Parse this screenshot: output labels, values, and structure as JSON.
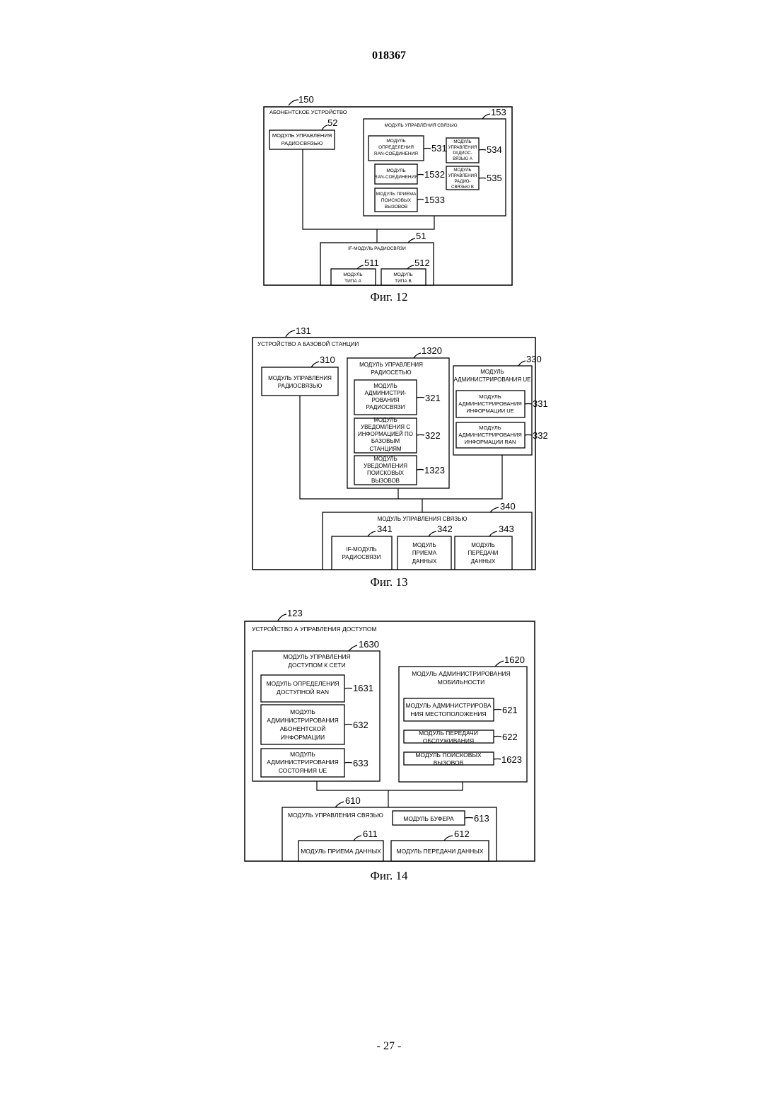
{
  "page": {
    "number": "018367",
    "footer": "- 27 -"
  },
  "fig12": {
    "caption": "Фиг. 12",
    "outer": {
      "ref": "150",
      "title": "АБОНЕНТСКОЕ УСТРОЙСТВО"
    },
    "radio_ctrl": {
      "ref": "52",
      "lines": [
        "МОДУЛЬ УПРАВЛЕНИЯ",
        "РАДИОСВЯЗЬЮ"
      ]
    },
    "comm_ctrl": {
      "ref": "153",
      "title": "МОДУЛЬ УПРАВЛЕНИЯ СВЯЗЬЮ"
    },
    "ran_det": {
      "ref": "531",
      "lines": [
        "МОДУЛЬ",
        "ОПРЕДЕЛЕНИЯ",
        "RAN-СОЕДИНЕНИЯ"
      ]
    },
    "ran_conn": {
      "ref": "1532",
      "lines": [
        "МОДУЛЬ",
        "RAN-СОЕДИНЕНИЯ"
      ]
    },
    "paging_rx": {
      "ref": "1533",
      "lines": [
        "МОДУЛЬ ПРИЕМА",
        "ПОИСКОВЫХ",
        "ВЫЗОВОВ"
      ]
    },
    "radio_a": {
      "ref": "534",
      "lines": [
        "МОДУЛЬ",
        "УПРАВЛЕНИЯ",
        "РАДИОС-",
        "ВЯЗЬЮ А"
      ]
    },
    "radio_b": {
      "ref": "535",
      "lines": [
        "МОДУЛЬ",
        "УПРАВЛЕНИЯ",
        "РАДИО-",
        "СВЯЗЬЮ В"
      ]
    },
    "if_module": {
      "ref": "51",
      "title": "IF-МОДУЛЬ РАДИОСВЯЗИ"
    },
    "type_a": {
      "ref": "511",
      "lines": [
        "МОДУЛЬ",
        "ТИПА А"
      ]
    },
    "type_b": {
      "ref": "512",
      "lines": [
        "МОДУЛЬ",
        "ТИПА В"
      ]
    }
  },
  "fig13": {
    "caption": "Фиг. 13",
    "outer": {
      "ref": "131",
      "title": "УСТРОЙСТВО А БАЗОВОЙ СТАНЦИИ"
    },
    "radio_ctrl": {
      "ref": "310",
      "lines": [
        "МОДУЛЬ УПРАВЛЕНИЯ",
        "РАДИОСВЯЗЬЮ"
      ]
    },
    "rnet_ctrl": {
      "ref": "1320",
      "lines": [
        "МОДУЛЬ УПРАВЛЕНИЯ",
        "РАДИОСЕТЬЮ"
      ]
    },
    "radio_admin": {
      "ref": "321",
      "lines": [
        "МОДУЛЬ",
        "АДМИНИСТРИ-",
        "РОВАНИЯ",
        "РАДИОСВЯЗИ"
      ]
    },
    "bs_notify": {
      "ref": "322",
      "lines": [
        "МОДУЛЬ",
        "УВЕДОМЛЕНИЯ С",
        "ИНФОРМАЦИЕЙ ПО",
        "БАЗОВЫМ",
        "СТАНЦИЯМ"
      ]
    },
    "paging_notify": {
      "ref": "1323",
      "lines": [
        "МОДУЛЬ",
        "УВЕДОМЛЕНИЯ",
        "ПОИСКОВЫХ",
        "ВЫЗОВОВ"
      ]
    },
    "ue_admin": {
      "ref": "330",
      "lines": [
        "МОДУЛЬ",
        "АДМИНИСТРИРОВАНИЯ UE"
      ]
    },
    "ue_info": {
      "ref": "331",
      "lines": [
        "МОДУЛЬ",
        "АДМИНИСТРИРОВАНИЯ",
        "ИНФОРМАЦИИ UE"
      ]
    },
    "ran_info": {
      "ref": "332",
      "lines": [
        "МОДУЛЬ",
        "АДМИНИСТРИРОВАНИЯ",
        "ИНФОРМАЦИИ RAN"
      ]
    },
    "comm_ctrl": {
      "ref": "340",
      "title": "МОДУЛЬ УПРАВЛЕНИЯ СВЯЗЬЮ"
    },
    "if_radio": {
      "ref": "341",
      "lines": [
        "IF-МОДУЛЬ",
        "РАДИОСВЯЗИ"
      ]
    },
    "data_rx": {
      "ref": "342",
      "lines": [
        "МОДУЛЬ",
        "ПРИЕМА",
        "ДАННЫХ"
      ]
    },
    "data_tx": {
      "ref": "343",
      "lines": [
        "МОДУЛЬ",
        "ПЕРЕДАЧИ",
        "ДАННЫХ"
      ]
    }
  },
  "fig14": {
    "caption": "Фиг. 14",
    "outer": {
      "ref": "123",
      "title": "УСТРОЙСТВО А УПРАВЛЕНИЯ ДОСТУПОМ"
    },
    "net_access": {
      "ref": "1630",
      "lines": [
        "МОДУЛЬ УПРАВЛЕНИЯ",
        "ДОСТУПОМ К СЕТИ"
      ]
    },
    "avail_ran": {
      "ref": "1631",
      "lines": [
        "МОДУЛЬ ОПРЕДЕЛЕНИЯ",
        "ДОСТУПНОЙ RAN"
      ]
    },
    "sub_info": {
      "ref": "632",
      "lines": [
        "МОДУЛЬ",
        "АДМИНИСТРИРОВАНИЯ",
        "АБОНЕНТСКОЙ",
        "ИНФОРМАЦИИ"
      ]
    },
    "ue_state": {
      "ref": "633",
      "lines": [
        "МОДУЛЬ",
        "АДМИНИСТРИРОВАНИЯ",
        "СОСТОЯНИЯ UE"
      ]
    },
    "mobility": {
      "ref": "1620",
      "lines": [
        "МОДУЛЬ АДМИНИСТРИРОВАНИЯ",
        "МОБИЛЬНОСТИ"
      ]
    },
    "location": {
      "ref": "621",
      "lines": [
        "МОДУЛЬ АДМИНИСТРИРОВА",
        "НИЯ МЕСТОПОЛОЖЕНИЯ"
      ]
    },
    "handover": {
      "ref": "622",
      "lines": [
        "МОДУЛЬ ПЕРЕДАЧИ",
        "ОБСЛУЖИВАНИЯ"
      ]
    },
    "paging": {
      "ref": "1623",
      "lines": [
        "МОДУЛЬ ПОИСКОВЫХ",
        "ВЫЗОВОВ"
      ]
    },
    "comm_ctrl": {
      "ref": "610",
      "title": "МОДУЛЬ УПРАВЛЕНИЯ СВЯЗЬЮ"
    },
    "buffer": {
      "ref": "613",
      "lines": [
        "МОДУЛЬ БУФЕРА"
      ]
    },
    "data_rx": {
      "ref": "611",
      "lines": [
        "МОДУЛЬ ПРИЕМА ДАННЫХ"
      ]
    },
    "data_tx": {
      "ref": "612",
      "lines": [
        "МОДУЛЬ ПЕРЕДАЧИ ДАННЫХ"
      ]
    }
  }
}
